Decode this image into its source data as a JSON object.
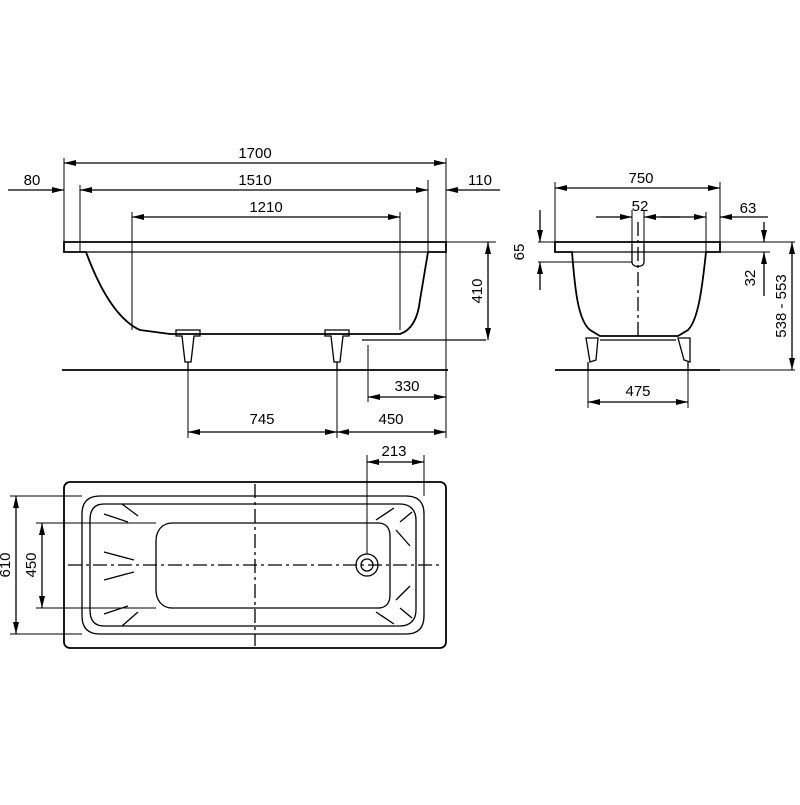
{
  "side_view": {
    "overall_length": "1700",
    "inner_length": "1510",
    "bottom_length": "1210",
    "rim_left": "80",
    "rim_right": "110",
    "depth": "410",
    "leg_spacing": "745",
    "leg_to_end": "450",
    "drain_offset": "330"
  },
  "end_view": {
    "overall_width": "750",
    "drain_diameter": "52",
    "rim_right": "63",
    "rim_height": "65",
    "overflow_height": "32",
    "total_height": "538 - 553",
    "leg_width": "475"
  },
  "plan_view": {
    "drain_from_edge": "213",
    "overall_width": "610",
    "inner_width": "450"
  }
}
